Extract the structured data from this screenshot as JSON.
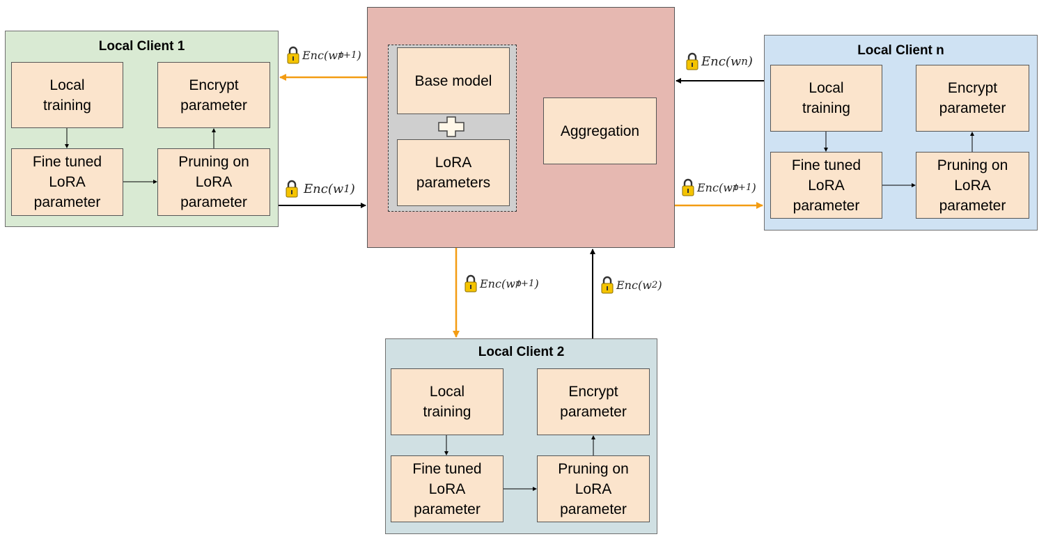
{
  "server": {
    "base_model": "Base model",
    "lora_parameters": "LoRA\nparameters",
    "aggregation": "Aggregation"
  },
  "clients": {
    "c1": {
      "title": "Local Client 1",
      "local_training": "Local\ntraining",
      "encrypt": "Encrypt\nparameter",
      "fine_tuned": "Fine tuned\nLoRA\nparameter",
      "pruning": "Pruning on\nLoRA\nparameter"
    },
    "c2": {
      "title": "Local Client 2",
      "local_training": "Local\ntraining",
      "encrypt": "Encrypt\nparameter",
      "fine_tuned": "Fine tuned\nLoRA\nparameter",
      "pruning": "Pruning on\nLoRA\nparameter"
    },
    "cn": {
      "title": "Local Client n",
      "local_training": "Local\ntraining",
      "encrypt": "Encrypt\nparameter",
      "fine_tuned": "Fine tuned\nLoRA\nparameter",
      "pruning": "Pruning on\nLoRA\nparameter"
    }
  },
  "edges": {
    "server_to_c1": {
      "base": "Enc(w",
      "sub": "p",
      "sup": "t+1",
      "close": ")"
    },
    "c1_to_server": {
      "base": "Enc(w",
      "sub": "1",
      "sup": "",
      "close": ")"
    },
    "cn_to_server": {
      "base": "Enc(w",
      "sub": "n",
      "sup": "",
      "close": ")"
    },
    "server_to_cn": {
      "base": "Enc(w",
      "sub": "p",
      "sup": "t+1",
      "close": ")"
    },
    "server_to_c2": {
      "base": "Enc(w",
      "sub": "p",
      "sup": "t+1",
      "close": ")"
    },
    "c2_to_server": {
      "base": "Enc(w",
      "sub": "2",
      "sup": "",
      "close": ")"
    }
  },
  "colors": {
    "client1_bg": "#d9ead3",
    "client2_bg": "#d0e0e3",
    "clientn_bg": "#cfe2f3",
    "server_bg": "#e6b8b1",
    "node_bg": "#fbe4cc",
    "downlink": "#f39c12",
    "uplink": "#000000",
    "lock_body": "#f5c400"
  }
}
